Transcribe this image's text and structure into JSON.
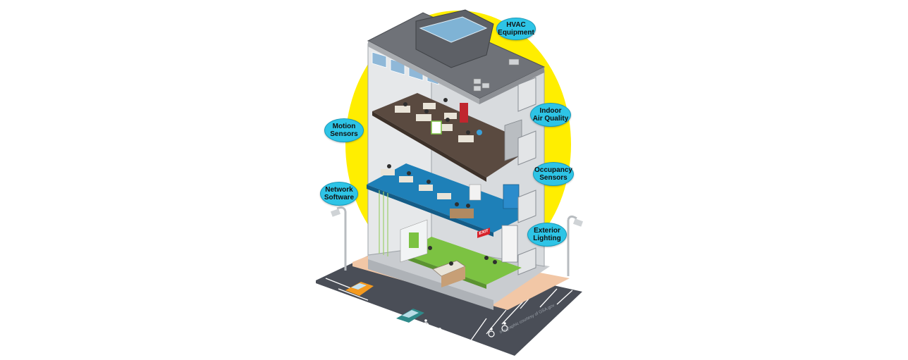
{
  "callouts": [
    {
      "id": "hvac",
      "label": "HVAC\nEquipment"
    },
    {
      "id": "iaq",
      "label": "Indoor\nAir Quality"
    },
    {
      "id": "motion",
      "label": "Motion\nSensors"
    },
    {
      "id": "occupancy",
      "label": "Occupancy\nSensors"
    },
    {
      "id": "network",
      "label": "Network\nSoftware"
    },
    {
      "id": "exterior",
      "label": "Exterior\nLighting"
    }
  ],
  "exit_sign": "EXIT",
  "credit": "Infographic courtesy of GSA.gov",
  "colors": {
    "halo": "#ffee00",
    "callout_fill": "#2ec4e6",
    "roof": "#6f7278",
    "wall": "#e6e8ea",
    "floor_top": "#5a4a40",
    "floor_mid": "#1e80b8",
    "floor_ground": "#7cc242",
    "parking": "#4a4e57",
    "sidewalk": "#f2c7a6"
  },
  "icons": [
    "accessible-parking-icon",
    "street-lamp-icon",
    "car-icon"
  ]
}
